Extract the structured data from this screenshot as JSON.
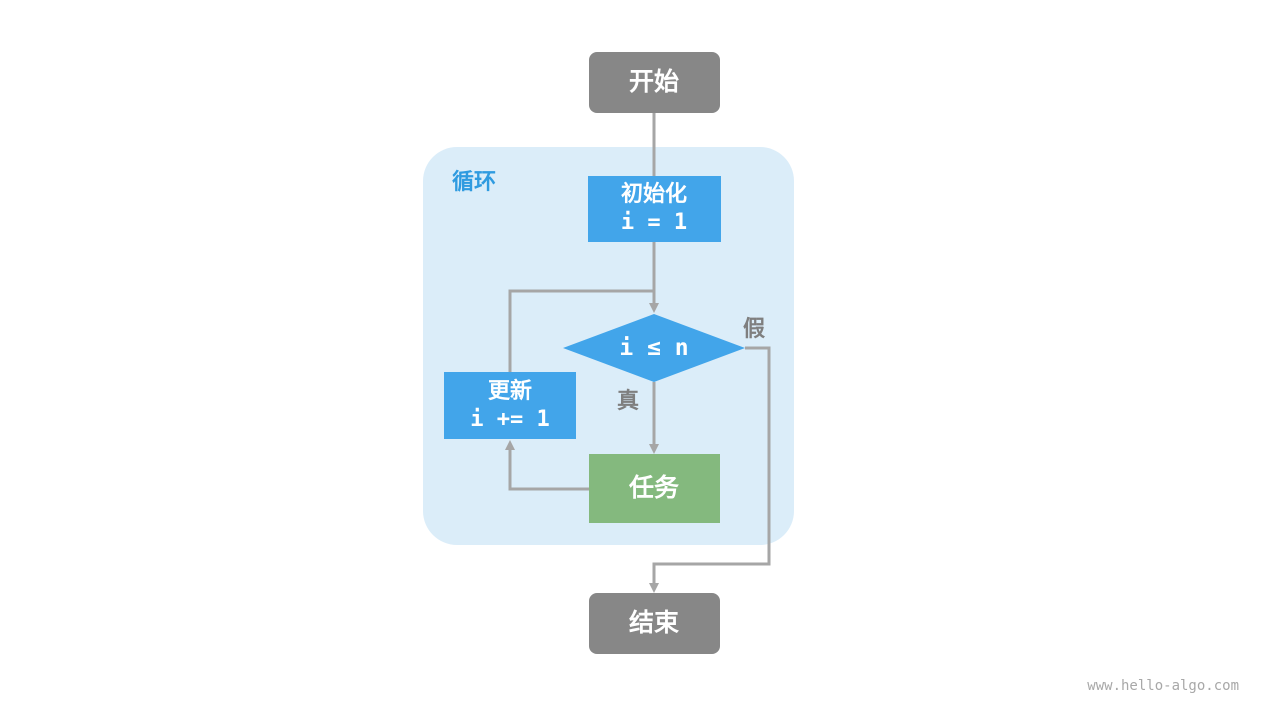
{
  "diagram": {
    "loop_label": "循环",
    "nodes": {
      "start": "开始",
      "init_line1": "初始化",
      "init_line2": "i = 1",
      "condition": "i ≤ n",
      "update_line1": "更新",
      "update_line2": "i += 1",
      "task": "任务",
      "end": "结束"
    },
    "edge_labels": {
      "true": "真",
      "false": "假"
    },
    "colors": {
      "terminal": "#878787",
      "process": "#42a5ea",
      "task": "#84b97e",
      "loop_area": "#dbedf9",
      "edge": "#a6a6a6"
    }
  },
  "watermark": "www.hello-algo.com"
}
